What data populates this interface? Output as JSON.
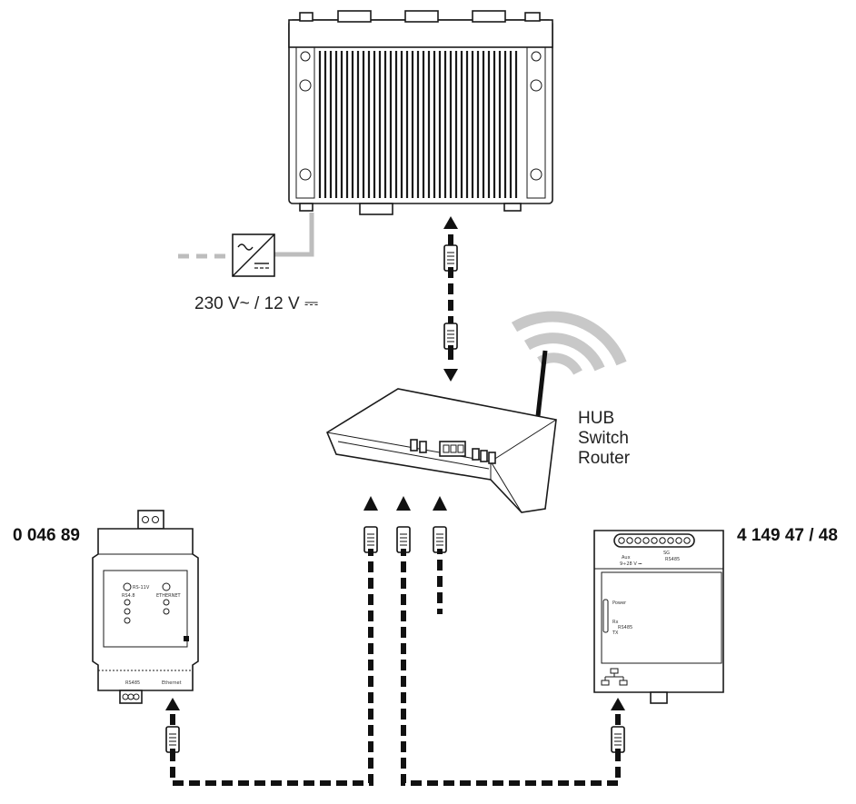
{
  "labels": {
    "power_supply": "230 V~ / 12 V ⎓",
    "network_device": [
      "HUB",
      "Switch",
      "Router"
    ],
    "left_product_code": "0 046 89",
    "right_product_code": "4 149 47 / 48"
  },
  "left_module": {
    "led_labels": [
      "RS-11V",
      "RS4.8",
      "ETHERNET"
    ],
    "bottom_labels": [
      "RS485",
      "Ethernet"
    ]
  },
  "right_module": {
    "top_labels": [
      "Aux",
      "9÷28 V ⎓",
      "SG",
      "RS485"
    ],
    "side_labels": [
      "Power",
      "Rx",
      "RS485",
      "TX"
    ]
  },
  "icons": [
    "power-supply-icon",
    "router-icon",
    "wireless-signal-icon",
    "rj45-connector-icon",
    "ethernet-network-icon"
  ],
  "colors": {
    "line": "#111111",
    "power_cable": "#bdbdbd",
    "background": "#ffffff"
  }
}
